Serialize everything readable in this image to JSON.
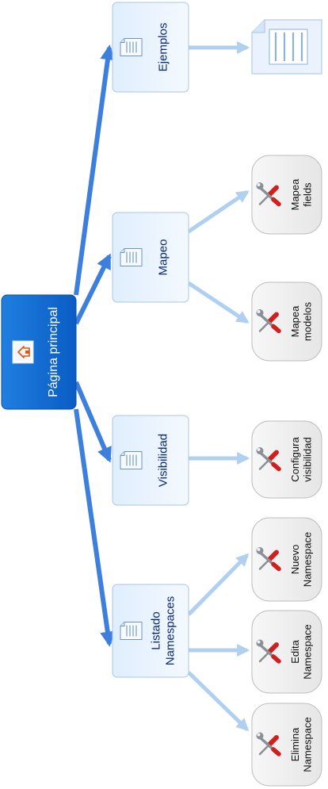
{
  "root": {
    "label": "Página principal",
    "icon": "home-icon"
  },
  "sections": [
    {
      "id": "ejemplos",
      "lines": [
        "Ejemplos"
      ],
      "icon": "document-icon",
      "children": [
        {
          "id": "ejemplos-page",
          "type": "page",
          "icon": "page-layout-icon"
        }
      ]
    },
    {
      "id": "mapeo",
      "lines": [
        "Mapeo"
      ],
      "icon": "document-icon",
      "children": [
        {
          "id": "mapea-fields",
          "type": "tool",
          "icon": "tools-icon",
          "lines": [
            "Mapea",
            "fields"
          ]
        },
        {
          "id": "mapea-modelos",
          "type": "tool",
          "icon": "tools-icon",
          "lines": [
            "Mapea",
            "modelos"
          ]
        }
      ]
    },
    {
      "id": "visibilidad",
      "lines": [
        "Visibilidad"
      ],
      "icon": "document-icon",
      "children": [
        {
          "id": "configura-visibilidad",
          "type": "tool",
          "icon": "tools-icon",
          "lines": [
            "Configura",
            "visibilidad"
          ]
        }
      ]
    },
    {
      "id": "listado-namespaces",
      "lines": [
        "Listado",
        "Namespaces"
      ],
      "icon": "document-icon",
      "children": [
        {
          "id": "nuevo-namespace",
          "type": "tool",
          "icon": "tools-icon",
          "lines": [
            "Nuevo",
            "Namespace"
          ]
        },
        {
          "id": "edita-namespace",
          "type": "tool",
          "icon": "tools-icon",
          "lines": [
            "Edita",
            "Namespace"
          ]
        },
        {
          "id": "elimina-namespace",
          "type": "tool",
          "icon": "tools-icon",
          "lines": [
            "Elimina",
            "Namespace"
          ]
        }
      ]
    }
  ]
}
